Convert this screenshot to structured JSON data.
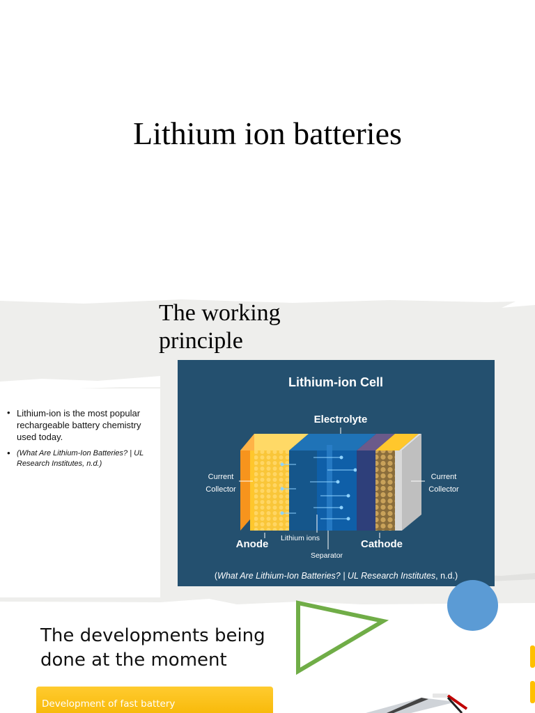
{
  "slide1": {
    "title": "Lithium ion batteries"
  },
  "slide2": {
    "title": "The working principle",
    "bullets": [
      "Lithium-ion is the most popular rechargeable battery chemistry used today.",
      "(What Are Lithium-Ion Batteries? | UL Research Institutes, n.d.)"
    ],
    "figure": {
      "heading": "Lithium-ion Cell",
      "electrolyte": "Electrolyte",
      "left_collector_line1": "Current",
      "left_collector_line2": "Collector",
      "right_collector_line1": "Current",
      "right_collector_line2": "Collector",
      "anode": "Anode",
      "cathode": "Cathode",
      "lithium_ions": "Lithium ions",
      "separator": "Separator",
      "caption_open": "(",
      "caption_italic": "What Are Lithium-Ion Batteries? | UL Research Institutes",
      "caption_rest": ", n.d.)"
    }
  },
  "slide3": {
    "title": "The developments being done at the moment",
    "box_label": "Development of fast battery"
  },
  "colors": {
    "figure_bg": "#24506f",
    "anode_orange": "#f7941d",
    "anode_yellow": "#ffc72c",
    "triangle_green": "#70ad47",
    "circle_blue": "#5b9bd5",
    "accent_yellow": "#ffc000"
  }
}
